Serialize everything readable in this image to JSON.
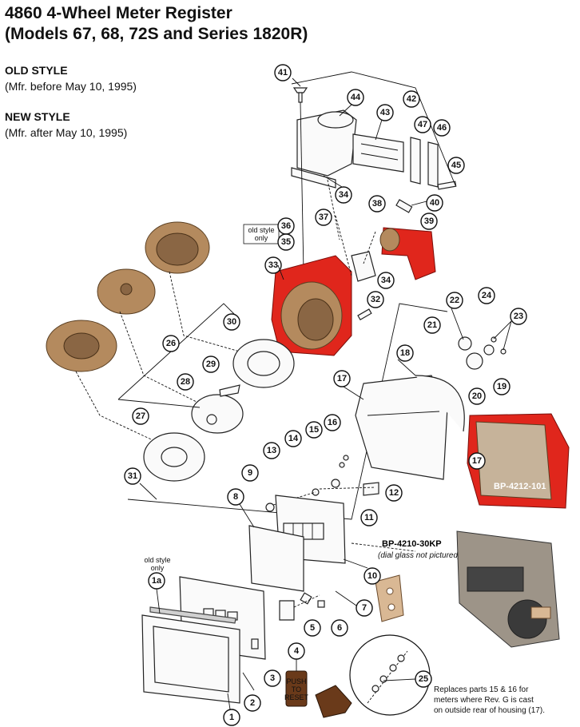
{
  "title": {
    "line1": "4860 4-Wheel Meter Register",
    "line2": "(Models 67, 68, 72S and Series 1820R)"
  },
  "old_style": {
    "heading": "OLD STYLE",
    "detail": "(Mfr. before May 10, 1995)"
  },
  "new_style": {
    "heading": "NEW STYLE",
    "detail": "(Mfr. after May 10, 1995)"
  },
  "callouts": [
    "41",
    "42",
    "44",
    "43",
    "47",
    "46",
    "45",
    "34",
    "40",
    "38",
    "37",
    "36",
    "35",
    "39",
    "33",
    "34",
    "32",
    "30",
    "26",
    "29",
    "28",
    "27",
    "31",
    "22",
    "24",
    "23",
    "21",
    "18",
    "17",
    "20",
    "19",
    "16",
    "15",
    "14",
    "13",
    "12",
    "9",
    "11",
    "8",
    "10",
    "7",
    "6",
    "5",
    "4",
    "3",
    "2",
    "1",
    "1a",
    "25",
    "17"
  ],
  "labels": {
    "old_style_only_top": [
      "old style",
      "only"
    ],
    "old_style_only_bottom": [
      "old style",
      "only"
    ],
    "bp_housing": "BP-4212-101",
    "bp_register": "BP-4210-30KP",
    "dial_glass_note": "(dial glass not pictured)",
    "push_reset": [
      "PUSH",
      "TO",
      "RESET"
    ],
    "replaces_note": [
      "Replaces parts 15 & 16 for",
      "meters where Rev. G is cast",
      "on outside rear of housing (17)."
    ]
  },
  "colors": {
    "housing_red": "#e0261c",
    "bronze": "#b48a5e",
    "outline": "#111111"
  }
}
